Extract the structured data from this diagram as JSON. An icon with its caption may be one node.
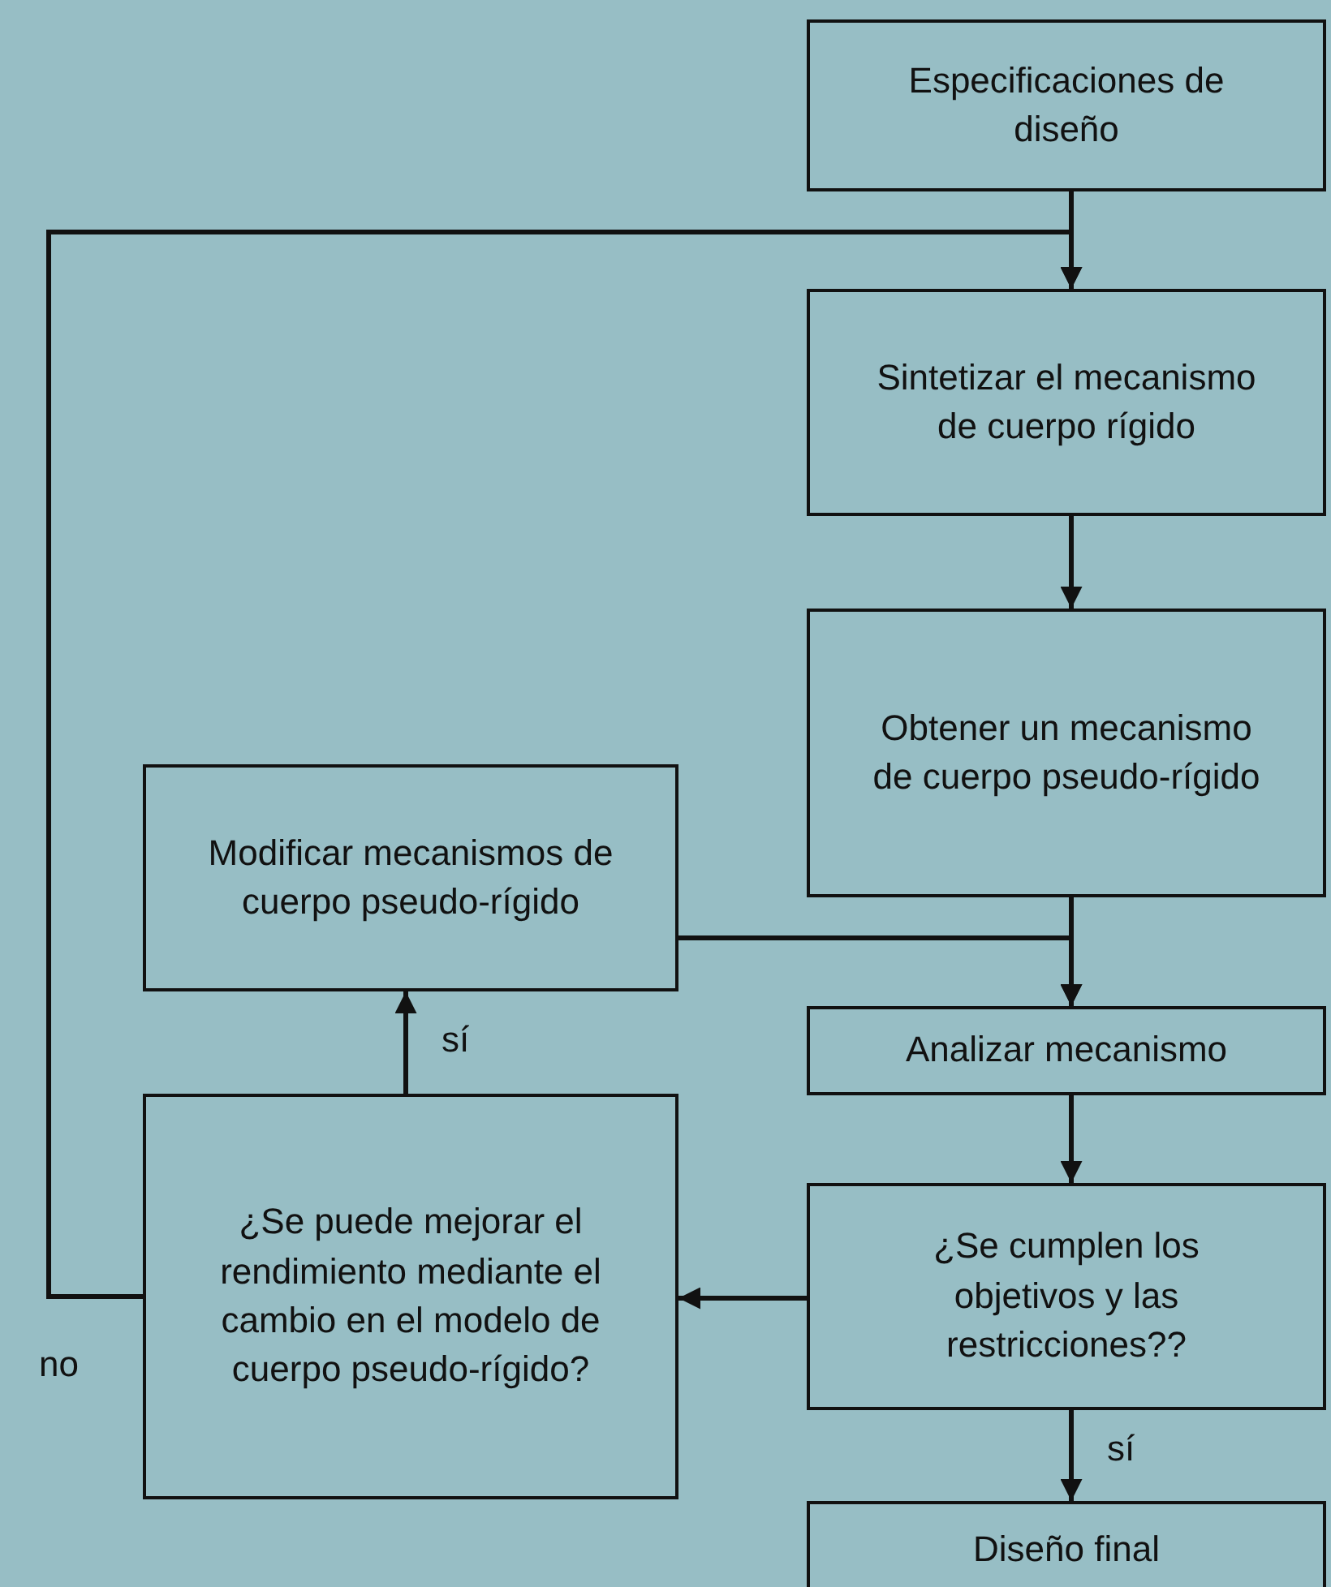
{
  "diagram": {
    "nodes": [
      {
        "text": [
          "Especificaciones de diseño"
        ]
      },
      {
        "text": [
          "Sintetizar el mecanismo de cuerpo rígido"
        ]
      },
      {
        "text": [
          "Obtener un mecanismo de cuerpo pseudo-rígido"
        ]
      },
      {
        "text": [
          "Modificar mecanismos de cuerpo pseudo-rígido"
        ]
      },
      {
        "text": [
          "Analizar mecanismo"
        ]
      },
      {
        "text": [
          "¿Se cumplen los objetivos y las restricciones??"
        ]
      },
      {
        "text": [
          "¿Se puede mejorar el rendimiento mediante el cambio en el modelo de cuerpo pseudo-rígido?"
        ]
      },
      {
        "text": [
          "Diseño final"
        ]
      }
    ],
    "edges": [
      {
        "from": 0,
        "to": 1,
        "arrow": "to"
      },
      {
        "from": 6,
        "to": 1,
        "arrow": "to",
        "label": "no"
      },
      {
        "from": 1,
        "to": 2,
        "arrow": "to"
      },
      {
        "from": 2,
        "to": 4,
        "arrow": "to"
      },
      {
        "from": 3,
        "to": 4,
        "arrow": "to"
      },
      {
        "from": 4,
        "to": 5,
        "arrow": "to"
      },
      {
        "from": 5,
        "to": 6,
        "arrow": "to"
      },
      {
        "from": 6,
        "to": 3,
        "arrow": "to",
        "label": "sí"
      },
      {
        "from": 5,
        "to": 7,
        "arrow": "to",
        "label": "sí"
      }
    ]
  }
}
